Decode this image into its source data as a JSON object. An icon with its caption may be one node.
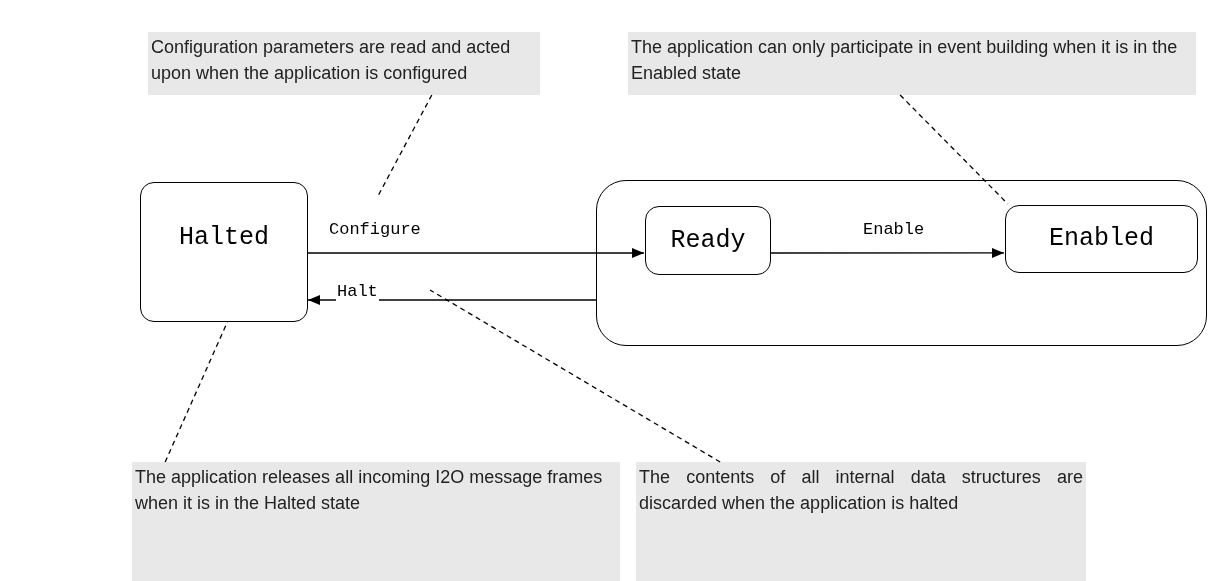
{
  "diagram": {
    "nodes": [
      {
        "text": [
          "Configuration parameters are read and acted upon when the application is configured"
        ]
      },
      {
        "text": [
          "The application can only participate in event building when it is in the Enabled state"
        ]
      },
      {
        "text": [
          "Halted"
        ]
      },
      {
        "text": [],
        "shape": "box"
      },
      {
        "text": [
          "Ready"
        ],
        "in": 3
      },
      {
        "text": [
          "Enabled"
        ],
        "in": 3
      },
      {
        "text": [
          "The application releases all incoming I2O message frames when it is in the Halted state"
        ]
      },
      {
        "text": [
          "The contents of all internal data structures are discarded when the application is halted"
        ]
      }
    ],
    "edges": [
      {
        "from": 2,
        "to": 4,
        "arrow": "to",
        "label": "Configure"
      },
      {
        "from": 4,
        "to": 5,
        "arrow": "to",
        "label": "Enable"
      },
      {
        "from": 3,
        "to": 2,
        "arrow": "to",
        "label": "Halt"
      },
      {
        "from": 0,
        "to": null,
        "arrow": "none",
        "style": "dashed"
      },
      {
        "from": 1,
        "to": 5,
        "arrow": "none",
        "style": "dashed"
      },
      {
        "from": 6,
        "to": 2,
        "arrow": "none",
        "style": "dashed"
      },
      {
        "from": 7,
        "to": null,
        "arrow": "none",
        "style": "dashed"
      }
    ]
  }
}
